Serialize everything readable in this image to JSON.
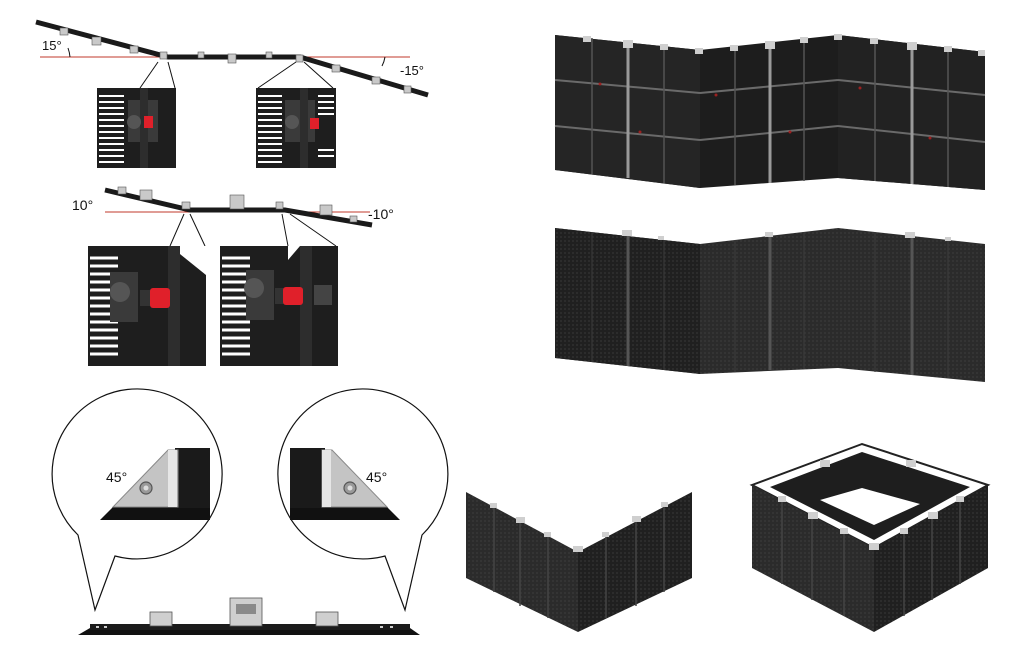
{
  "angles": {
    "top_left": "15°",
    "top_right": "-15°",
    "mid_left": "10°",
    "mid_right": "-10°",
    "corner_left": "45°",
    "corner_right": "45°"
  },
  "colors": {
    "panel": "#2a2a2a",
    "panel_dark": "#151515",
    "bracket": "#cfcfcf",
    "guide_line": "#c0392b",
    "lock": "#e0202a",
    "stripe": "#ffffff"
  }
}
